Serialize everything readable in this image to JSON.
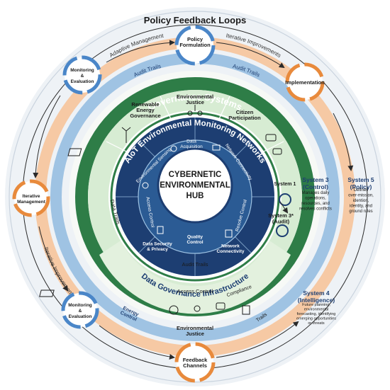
{
  "title": "Policy Feedback Loops",
  "outer_nodes": {
    "policy_formulation": "Policy Formulation",
    "implementation": "Implementation",
    "monitoring_top": "Monitoring & Evaluation",
    "iterative_management": "Iterative Management",
    "monitoring_bottom": "Monitoring & Evaluation",
    "feedback_channels": "Feedback Channels"
  },
  "loop_labels": {
    "adaptive_management": "Adaptive Management",
    "iterative_improvements_top": "Iterative Improvements",
    "iterative_improvements_left": "Iterative Improvements",
    "audit_trails_top_left": "Audit Trails",
    "audit_trails_top_right": "Audit Trails"
  },
  "governance_ring": {
    "title": "Governance Systems",
    "sectors": {
      "renewable": "Renewable Energy Governance",
      "justice": "Environmental Justice",
      "citizen": "Citizen Participation"
    }
  },
  "monitoring_ring": {
    "title": "AIoT Environmental Monitoring Networks",
    "items": {
      "sensing": "Environmental Sensing",
      "acquisition": "Data Acquisition",
      "connectivity_top": "Network Connectivity",
      "access_control": "Access Control",
      "resolve_control": "Resolve Control",
      "security": "Data Security & Privacy",
      "quality": "Quality Control",
      "connectivity_bottom": "Network Connectivity"
    }
  },
  "hub": {
    "line1": "CYBERNETIC",
    "line2": "ENVIRONMENTAL",
    "line3": "HUB"
  },
  "inner_labels": {
    "data_trails": "Data Trails",
    "audit_trails_inner": "Audit Trails"
  },
  "infrastructure_ring": {
    "title": "Data Governance Infrastructure",
    "access_control": "Access Control",
    "compliance": "Compliance",
    "energy_control": "Energy Control",
    "trails": "Trails",
    "justice": "Environmental Justice"
  },
  "systems": {
    "s1": "System 1",
    "s3_title": "System 3 (Control)",
    "s3_desc": "Manages daily operations, resources, and resolves conflicts",
    "s3star": "System 3* (Audit)",
    "s4_title": "System 4 (Intelligence)",
    "s4_desc": "Future planning, environmental forecasting, identifying emerging opportunities or threats",
    "s5_title": "System 5 (Policy)",
    "s5_desc": "Defines over-mission, idention, identity, and ground rules"
  },
  "colors": {
    "blue_ring": "#9fc3e3",
    "orange_ring": "#f6c9a4",
    "green_dark": "#2e7d47",
    "green_light": "#d7ecd3",
    "navy": "#1d3e72",
    "navy_mid": "#2b5b94",
    "orange_accent": "#e88a3c",
    "blue_accent": "#4a86c8"
  }
}
